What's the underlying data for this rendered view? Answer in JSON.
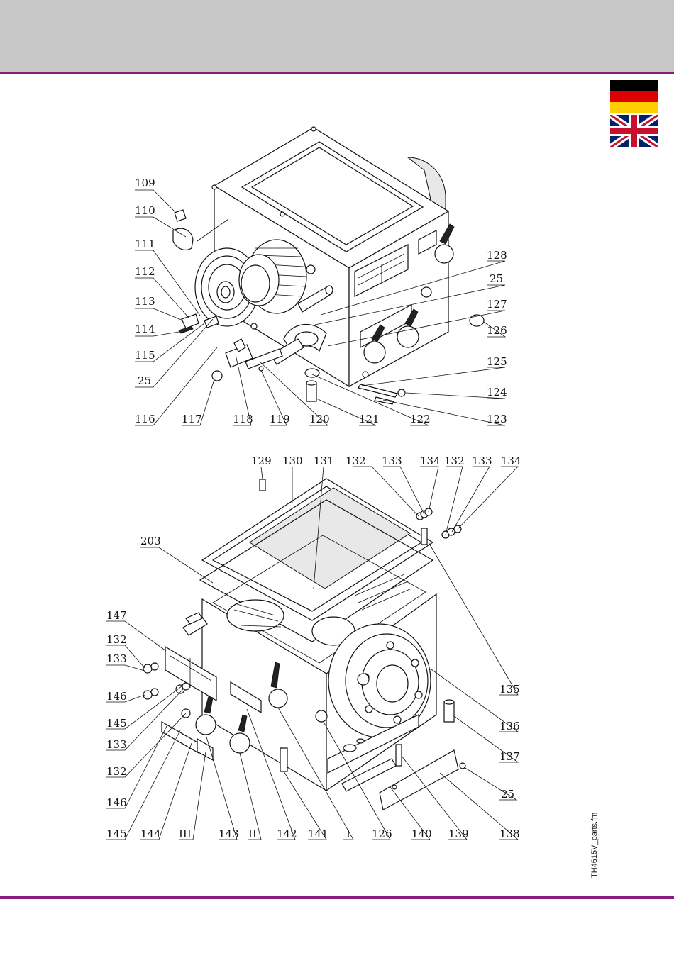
{
  "side_note": "TH4615V_parts.fm",
  "flags": {
    "de_icon": "germany-flag-icon",
    "uk_icon": "united-kingdom-flag-icon",
    "de_colors": [
      "#000000",
      "#dd0000",
      "#ffce00"
    ],
    "uk_colors": [
      "#012169",
      "#ffffff",
      "#c8102e"
    ]
  },
  "colors": {
    "header_bar": "#c8c8c8",
    "accent_line": "#8a1a7e"
  },
  "diagram_top": {
    "callouts": [
      "109",
      "110",
      "111",
      "112",
      "113",
      "114",
      "115",
      "25",
      "116",
      "117",
      "118",
      "119",
      "120",
      "121",
      "122",
      "123",
      "124",
      "125",
      "126",
      "127",
      "25",
      "128"
    ]
  },
  "diagram_bottom": {
    "callouts": [
      "129",
      "130",
      "131",
      "132",
      "133",
      "134",
      "132",
      "133",
      "134",
      "203",
      "147",
      "132",
      "133",
      "146",
      "145",
      "133",
      "132",
      "146",
      "145",
      "144",
      "III",
      "143",
      "II",
      "142",
      "141",
      "I",
      "126",
      "140",
      "139",
      "138",
      "25",
      "137",
      "136",
      "135"
    ]
  }
}
